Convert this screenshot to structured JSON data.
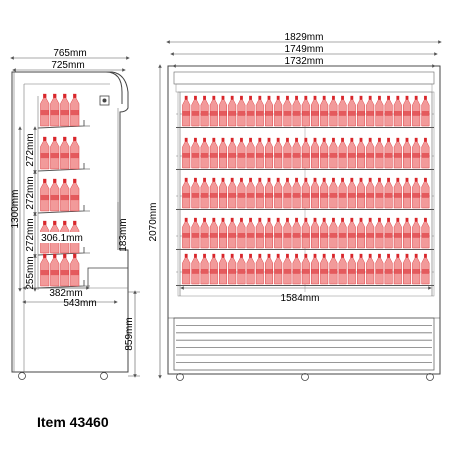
{
  "item_label": "Item 43460",
  "side_view": {
    "depth_outer": "765mm",
    "depth_inner": "725mm",
    "shelf_spacing": [
      "272mm",
      "272mm",
      "272mm"
    ],
    "display_height": "1300mm",
    "bottom_shelf_gap": "255mm",
    "shelf_depth_small": "306.1mm",
    "base_depth_382": "382mm",
    "base_depth_543": "543mm",
    "base_height": "859mm",
    "rise_183": "183mm"
  },
  "front_view": {
    "width_overall": "1829mm",
    "width_1749": "1749mm",
    "width_1732": "1732mm",
    "height_overall": "2070mm",
    "shelf_width": "1584mm"
  },
  "colors": {
    "bottle_fill": "#f29a9a",
    "bottle_stroke": "#d8262b",
    "line": "#444444",
    "dim_line": "#555555"
  }
}
